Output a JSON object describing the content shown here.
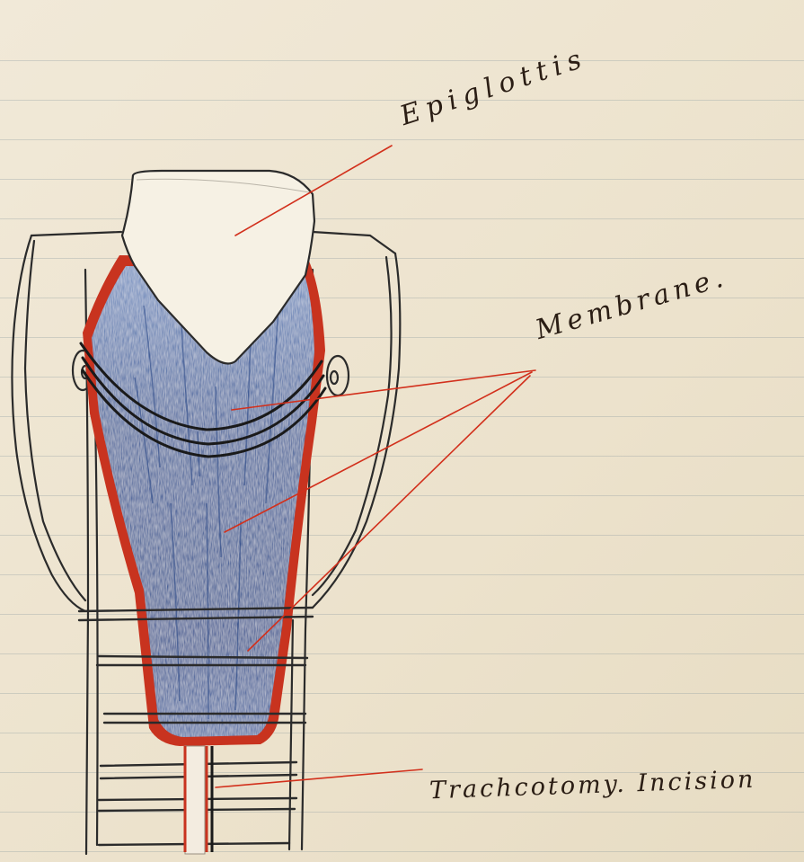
{
  "labels": {
    "epiglottis": "Epiglottis",
    "membrane": "Membrane.",
    "tracheotomy": "Trachcotomy. Incision"
  },
  "colors": {
    "paper": "#efe6d3",
    "ink": "#2a2a2a",
    "membrane_blue": "#3f5f98",
    "red_line": "#d2301c"
  }
}
